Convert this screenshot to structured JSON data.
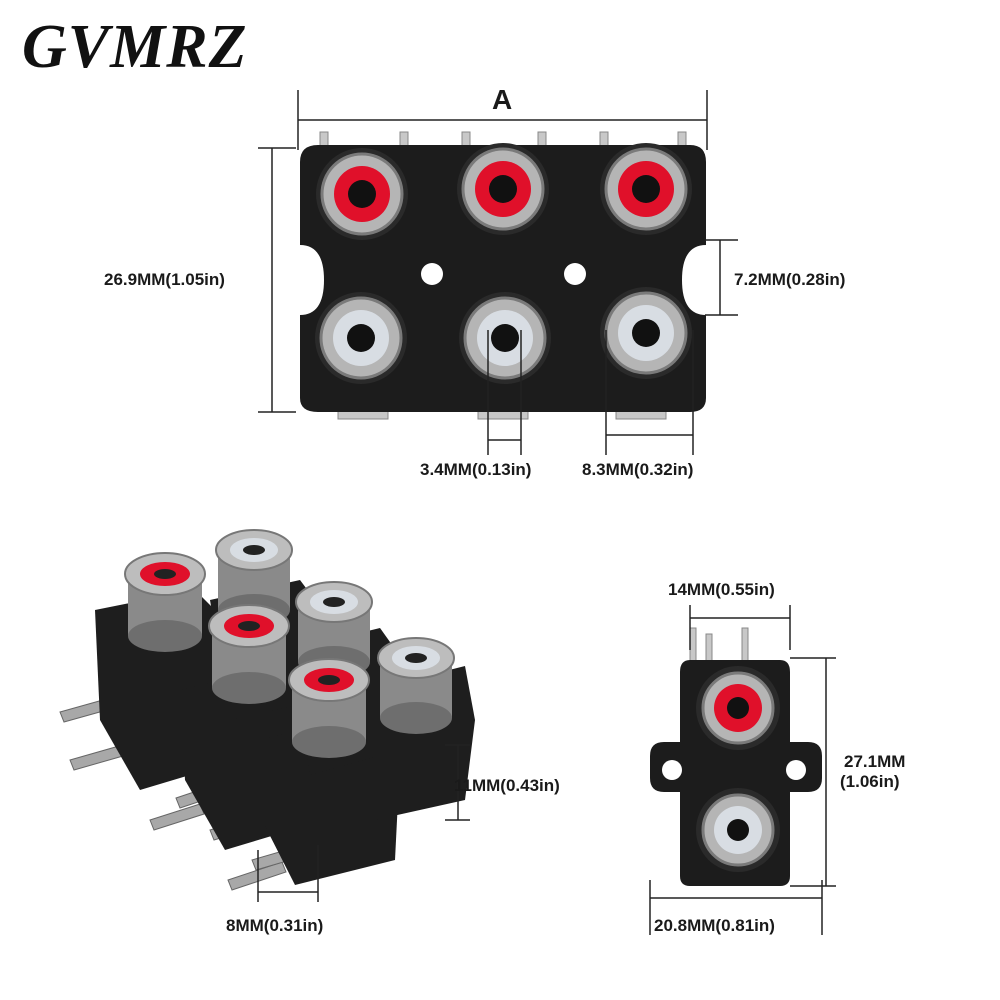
{
  "brand": "GVMRZ",
  "dimensions": {
    "top_width_label": "A",
    "top_height": "26.9MM(1.05in)",
    "top_spacing": "7.2MM(0.28in)",
    "top_hole": "3.4MM(0.13in)",
    "top_pitch": "8.3MM(0.32in)",
    "iso_height": "11MM(0.43in)",
    "iso_pin_pitch": "8MM(0.31in)",
    "single_top_width": "14MM(0.55in)",
    "single_height_line1": "27.1MM",
    "single_height_line2": "(1.06in)",
    "single_bottom_width": "20.8MM(0.81in)"
  },
  "colors": {
    "housing": "#1c1c1c",
    "jack_red": "#e0102a",
    "jack_white": "#d8dde3",
    "metal": "#9a9a9a",
    "dimension_line": "#222222"
  }
}
